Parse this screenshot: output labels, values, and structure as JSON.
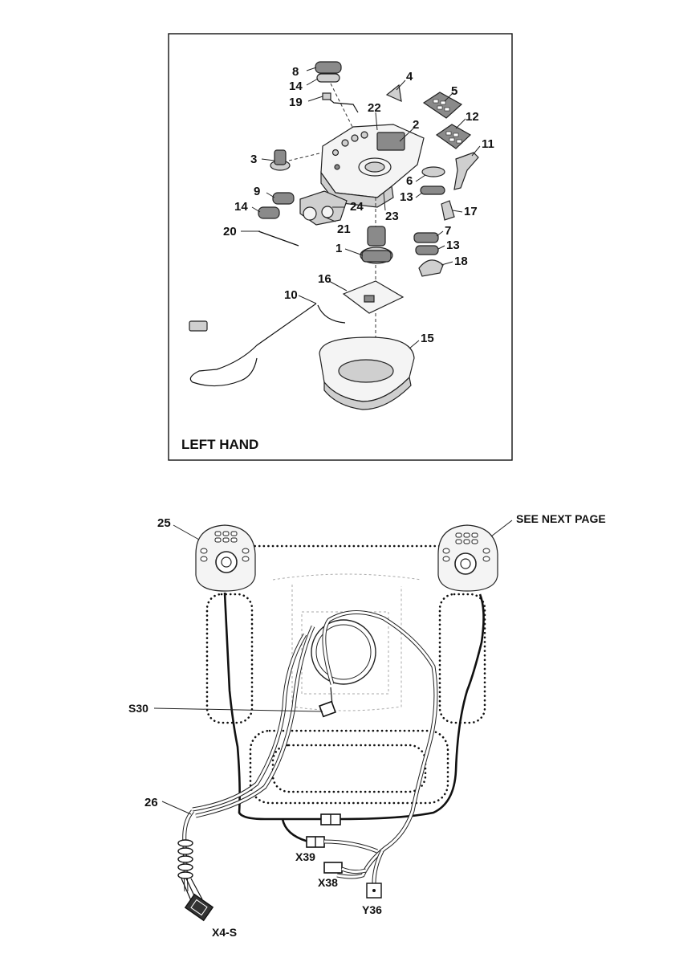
{
  "upper_panel": {
    "title": "LEFT HAND",
    "callouts": [
      "1",
      "2",
      "3",
      "4",
      "5",
      "6",
      "7",
      "8",
      "9",
      "10",
      "11",
      "12",
      "13",
      "13",
      "14",
      "14",
      "15",
      "16",
      "17",
      "18",
      "19",
      "20",
      "21",
      "22",
      "23",
      "24"
    ]
  },
  "lower_panel": {
    "labels": {
      "c25": "25",
      "c26": "26",
      "see_next_page": "SEE NEXT PAGE",
      "s30": "S30",
      "x39": "X39",
      "x38": "X38",
      "y36": "Y36",
      "x4s": "X4-S"
    }
  }
}
